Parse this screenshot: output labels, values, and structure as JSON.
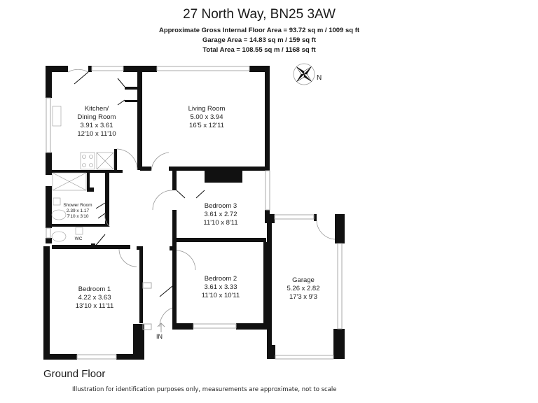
{
  "header": {
    "title": "27 North Way, BN25 3AW",
    "gross_internal_area": "Approximate Gross Internal Floor Area = 93.72 sq m / 1009 sq ft",
    "garage_area": "Garage Area = 14.83 sq m / 159 sq ft",
    "total_area": "Total Area = 108.55 sq m / 1168 sq ft"
  },
  "compass": {
    "icon": "compass-rose-icon",
    "label": "N"
  },
  "rooms": [
    {
      "name": "Kitchen/\nDining Room",
      "line1": "Kitchen/",
      "line2": "Dining Room",
      "metric": "3.91 x 3.61",
      "imperial": "12'10 x 11'10"
    },
    {
      "name": "Living Room",
      "metric": "5.00 x 3.94",
      "imperial": "16'5 x 12'11"
    },
    {
      "name": "Shower Room",
      "metric": "2.39 x 1.17",
      "imperial": "7'10 x 3'10"
    },
    {
      "name": "WC"
    },
    {
      "name": "Bedroom 3",
      "metric": "3.61 x 2.72",
      "imperial": "11'10 x 8'11"
    },
    {
      "name": "Bedroom 1",
      "metric": "4.22 x 3.63",
      "imperial": "13'10 x 11'11"
    },
    {
      "name": "Bedroom 2",
      "metric": "3.61 x 3.33",
      "imperial": "11'10 x 10'11"
    },
    {
      "name": "Garage",
      "metric": "5.26 x 2.82",
      "imperial": "17'3 x 9'3"
    }
  ],
  "entrance_label": "IN",
  "floor_label": "Ground Floor",
  "disclaimer": "Illustration for identification purposes only, measurements are approximate, not to scale",
  "colors": {
    "wall": "#111111",
    "window": "#bbbbbb",
    "door_arc": "#999999"
  }
}
